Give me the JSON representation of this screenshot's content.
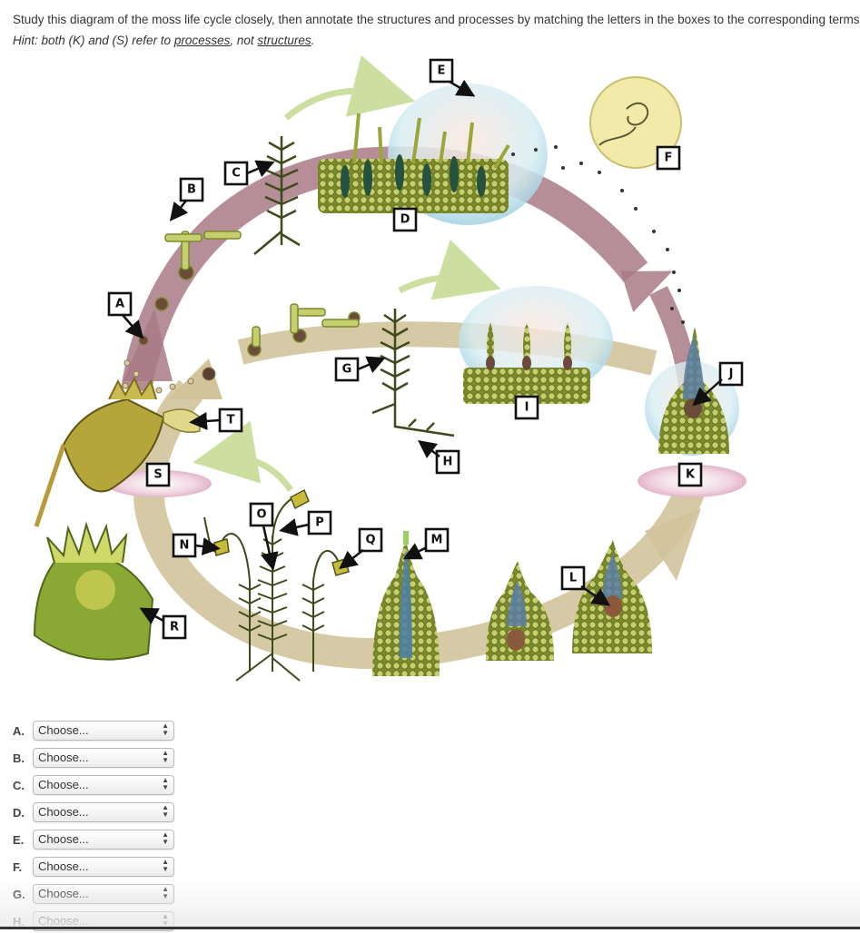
{
  "question": {
    "instructions": "Study this diagram of the moss life cycle closely, then annotate the structures and processes by matching the letters in the boxes to the corresponding terms",
    "hint_prefix": "Hint: both (K) and (S) refer to ",
    "hint_processes": "processes",
    "hint_middle": ", not ",
    "hint_structures": "structures",
    "hint_end": "."
  },
  "diagram": {
    "labels": [
      "A",
      "B",
      "C",
      "D",
      "E",
      "F",
      "G",
      "H",
      "I",
      "J",
      "K",
      "L",
      "M",
      "N",
      "O",
      "P",
      "Q",
      "R",
      "S",
      "T"
    ]
  },
  "answers": [
    {
      "letter": "A.",
      "value": "Choose..."
    },
    {
      "letter": "B.",
      "value": "Choose..."
    },
    {
      "letter": "C.",
      "value": "Choose..."
    },
    {
      "letter": "D.",
      "value": "Choose..."
    },
    {
      "letter": "E.",
      "value": "Choose..."
    },
    {
      "letter": "F.",
      "value": "Choose..."
    },
    {
      "letter": "G.",
      "value": "Choose..."
    },
    {
      "letter": "H.",
      "value": "Choose..."
    }
  ],
  "colors": {
    "arrow_mauve": "#a87a85",
    "arrow_tan": "#d2c39b",
    "moss_green": "#6f8a2e",
    "cell_green": "#a9b85a",
    "capsule_yellow": "#c7bc3a",
    "water_blue": "#bfe0ec"
  }
}
